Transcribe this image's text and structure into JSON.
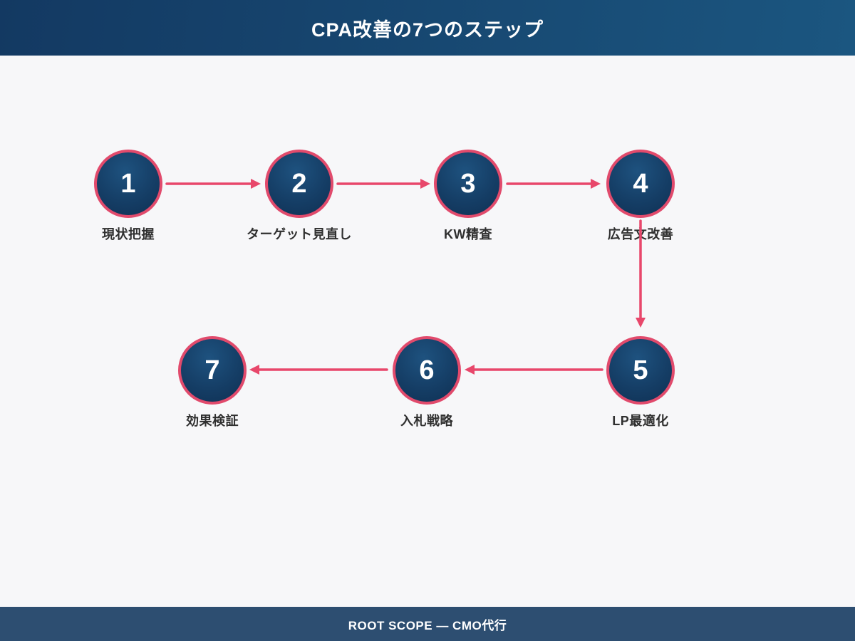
{
  "header": {
    "title": "CPA改善の7つのステップ"
  },
  "footer": {
    "text": "ROOT SCOPE — CMO代行"
  },
  "colors": {
    "header_gradient_start": "#133962",
    "header_gradient_end": "#1b5680",
    "circle_fill_dark": "#0f3053",
    "circle_fill_mid": "#153e66",
    "circle_fill_light": "#1e527f",
    "circle_border": "#e14a6c",
    "arrow": "#e8476b",
    "label_text": "#2f2f2f",
    "footer_bg": "#2d4e71",
    "title_text": "#ffffff",
    "background": "#f7f7f9"
  },
  "steps": [
    {
      "number": "1",
      "label": "現状把握"
    },
    {
      "number": "2",
      "label": "ターゲット見直し"
    },
    {
      "number": "3",
      "label": "KW精査"
    },
    {
      "number": "4",
      "label": "広告文改善"
    },
    {
      "number": "5",
      "label": "LP最適化"
    },
    {
      "number": "6",
      "label": "入札戦略"
    },
    {
      "number": "7",
      "label": "効果検証"
    }
  ]
}
